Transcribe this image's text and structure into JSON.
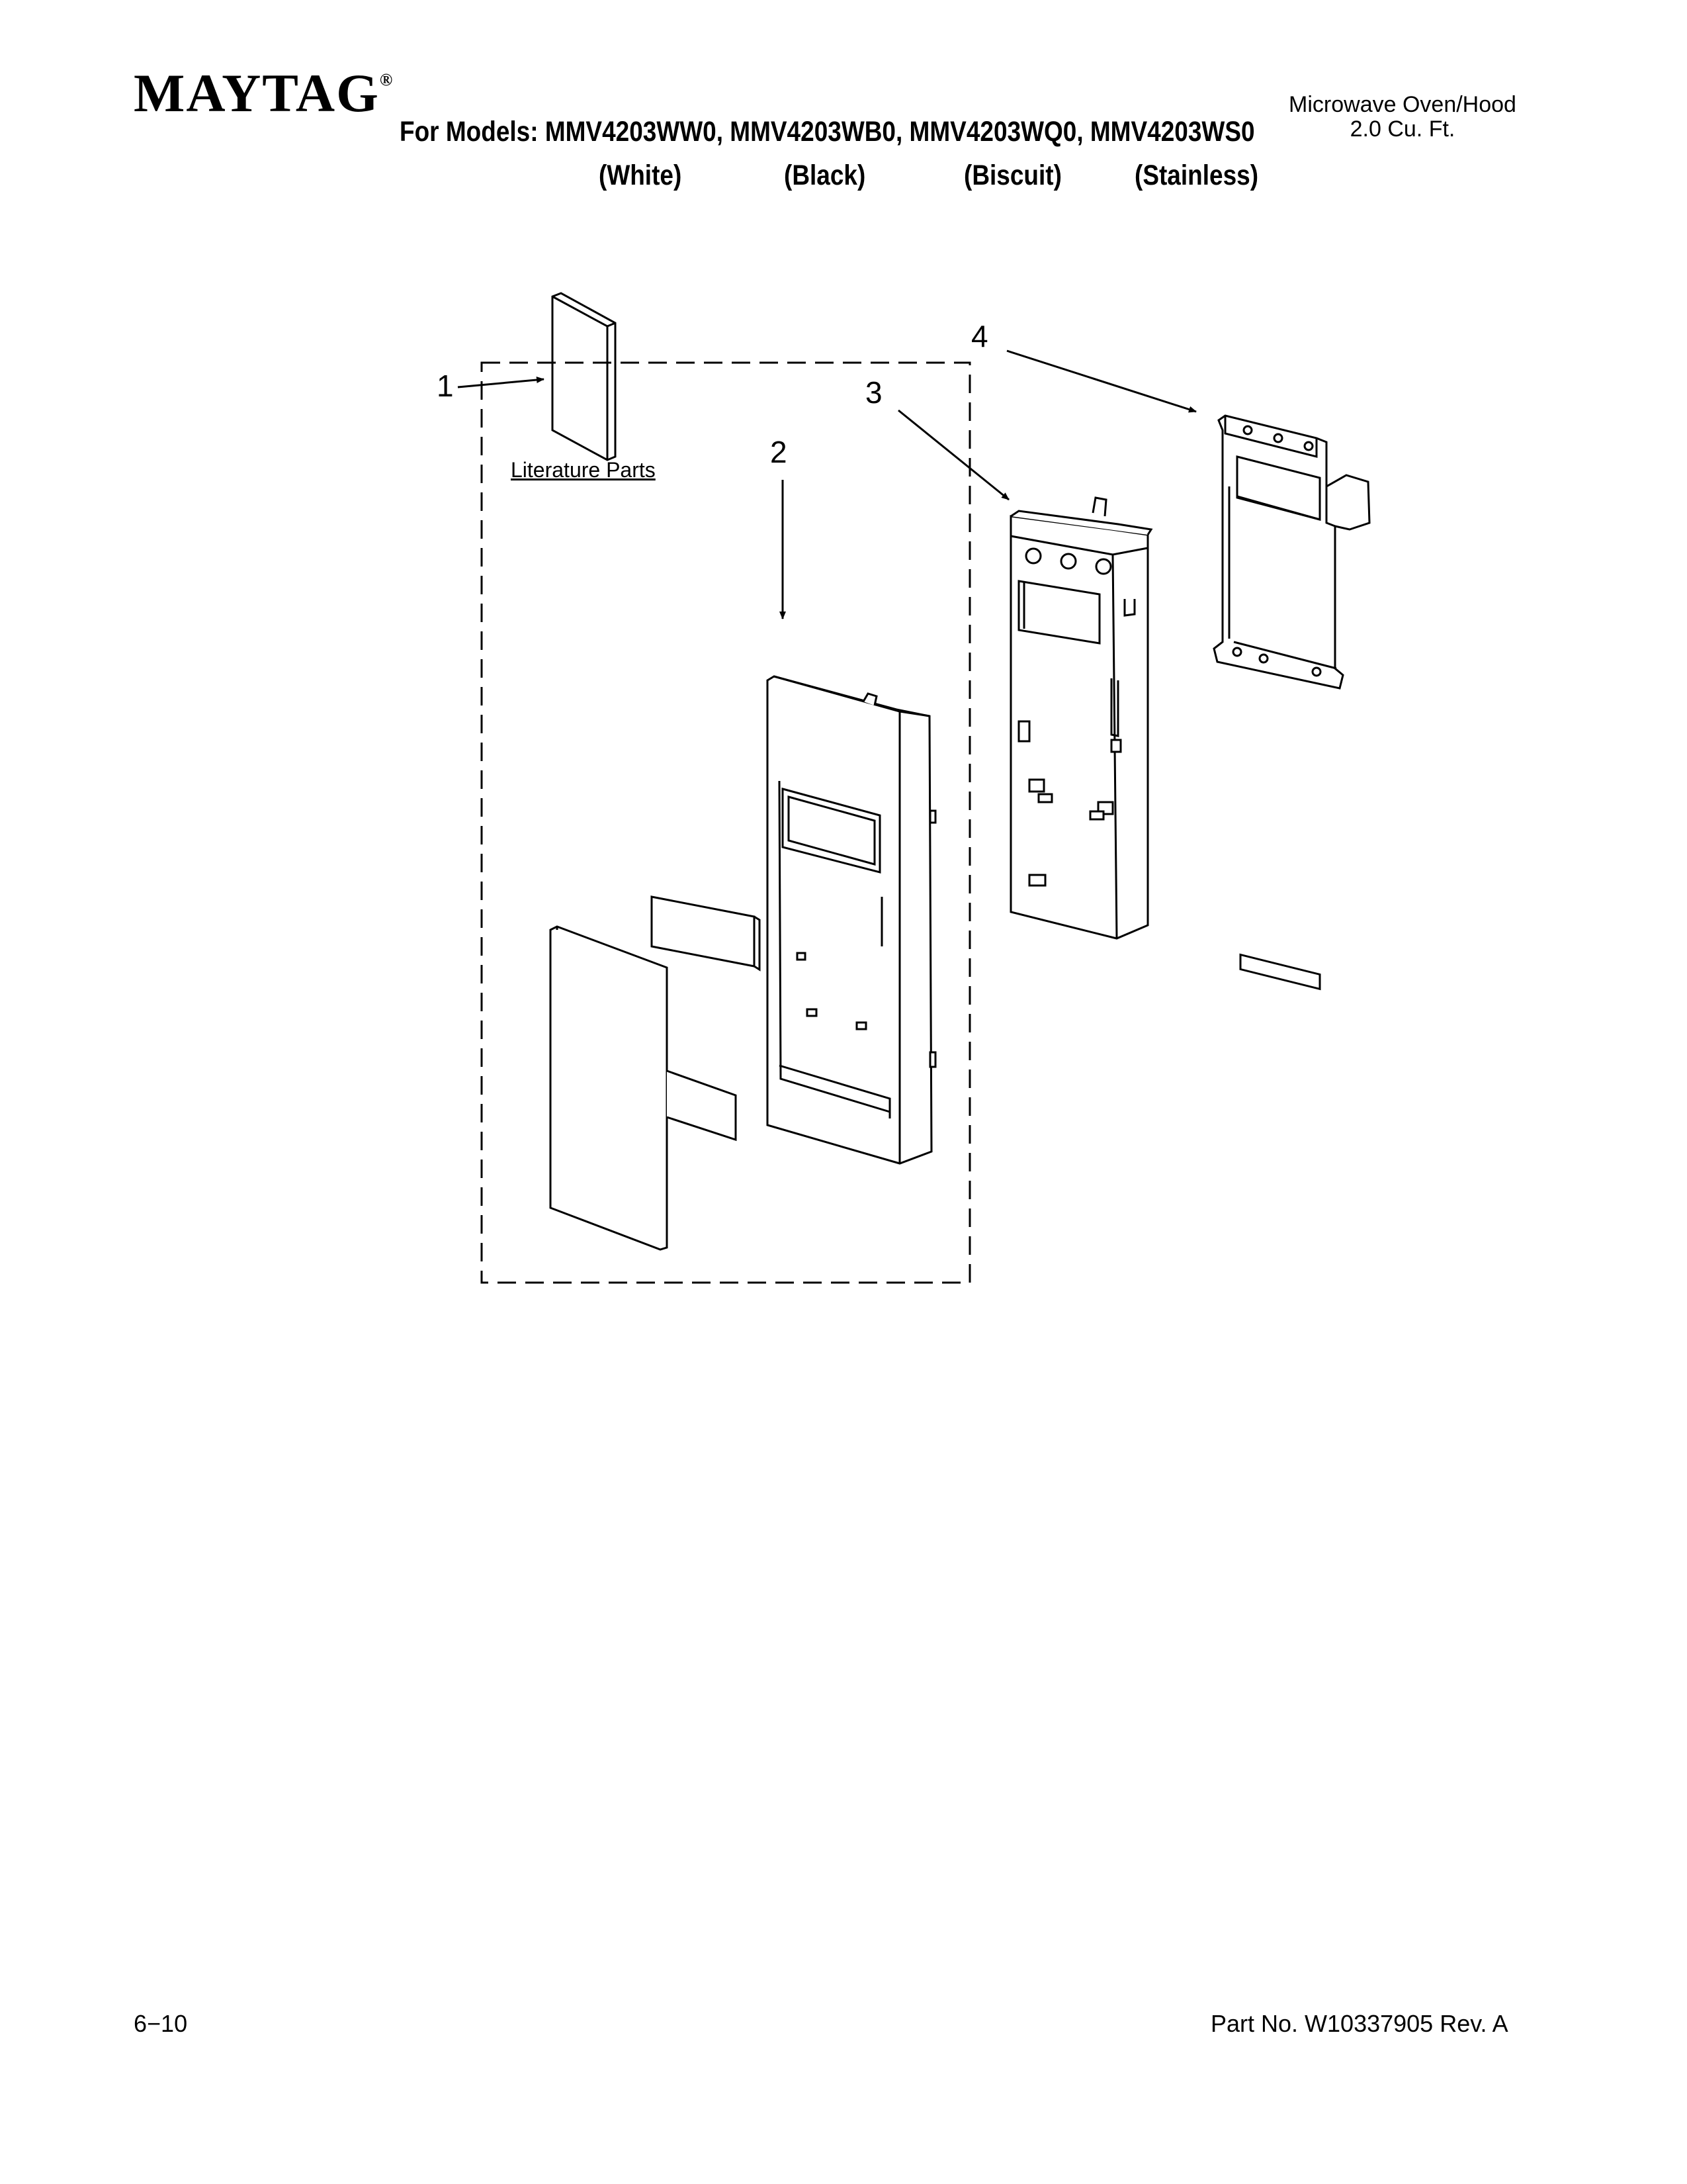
{
  "header": {
    "brand": "MAYTAG",
    "registered_mark": "®",
    "models_line": "For Models: MMV4203WW0, MMV4203WB0, MMV4203WQ0, MMV4203WS0",
    "colors": [
      "(White)",
      "(Black)",
      "(Biscuit)",
      "(Stainless)"
    ],
    "product_name": "Microwave Oven/Hood",
    "capacity": "2.0 Cu. Ft."
  },
  "diagram": {
    "callouts": [
      "1",
      "2",
      "3",
      "4"
    ],
    "literature_label": "Literature Parts"
  },
  "footer": {
    "date_code": "6−10",
    "part_number": "Part No. W10337905 Rev. A"
  }
}
